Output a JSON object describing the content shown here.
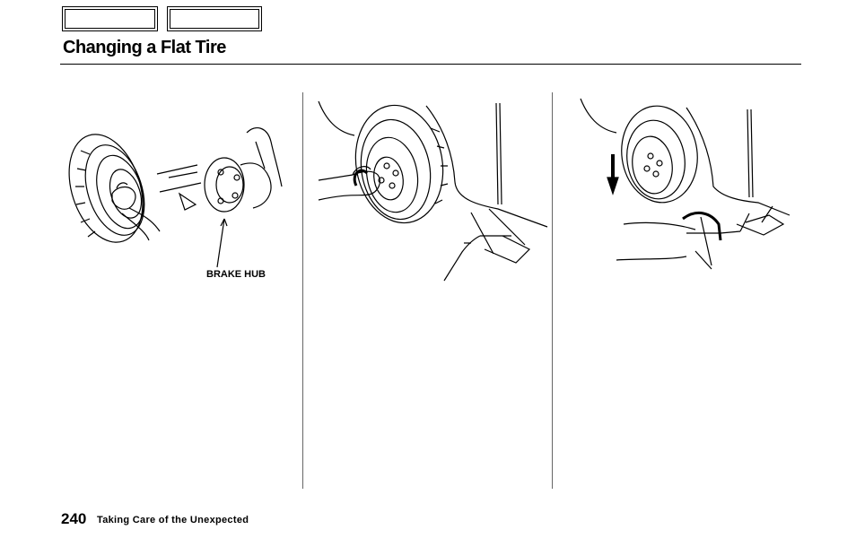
{
  "header": {
    "nav_buttons": [
      "",
      ""
    ],
    "title": "Changing a Flat Tire"
  },
  "illustrations": [
    {
      "callout": "BRAKE HUB"
    },
    {
      "callout": ""
    },
    {
      "callout": ""
    }
  ],
  "footer": {
    "page_number": "240",
    "section": "Taking Care of the Unexpected"
  }
}
